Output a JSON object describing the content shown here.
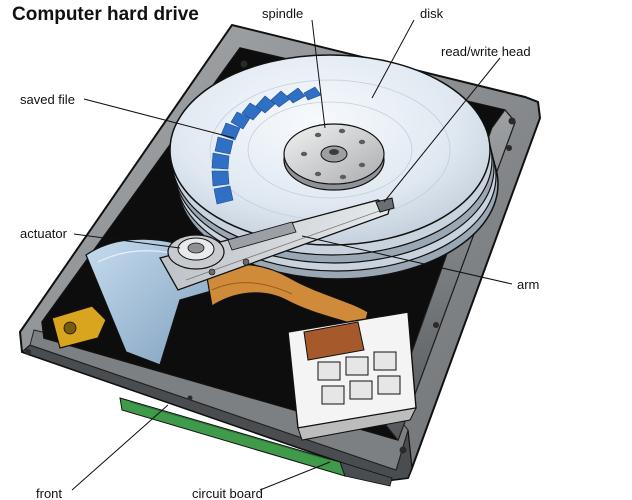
{
  "title": "Computer hard drive",
  "labels": {
    "spindle": "spindle",
    "disk": "disk",
    "read_write_head": "read/write head",
    "saved_file": "saved file",
    "actuator": "actuator",
    "arm": "arm",
    "front": "front",
    "circuit_board": "circuit board"
  },
  "colors": {
    "outline": "#111111",
    "frame": "#8c8f92",
    "frame_dark": "#3a3c3e",
    "cavity": "#0d0d0d",
    "platter": "#dde6f0",
    "saved_file": "#2f6fc4",
    "flex_cable": "#cf8a3a",
    "circuit_board": "#3f9a4a",
    "actuator_accent": "#d9a41e"
  }
}
